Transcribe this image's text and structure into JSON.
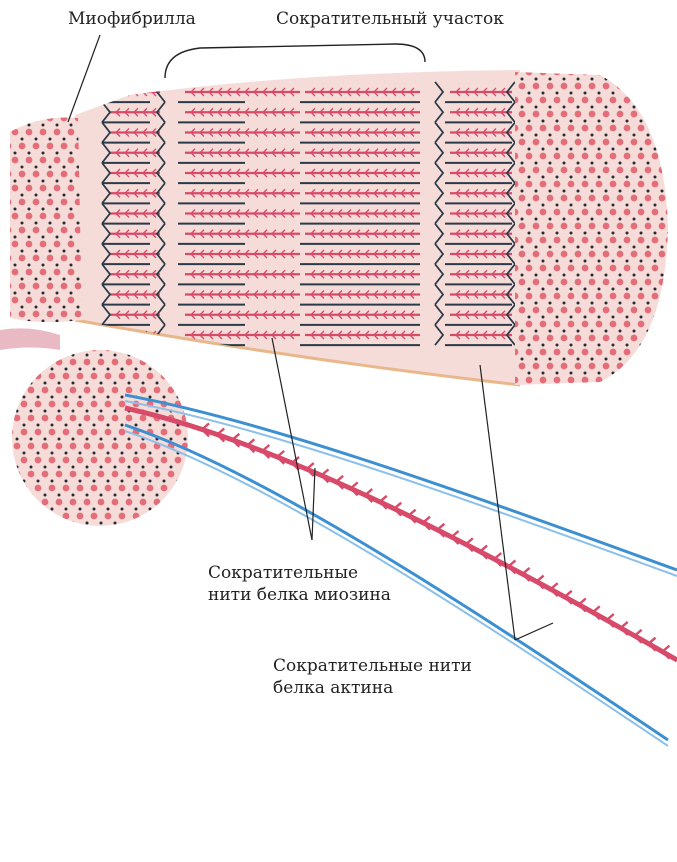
{
  "labels": {
    "myofibril": "Миофибрилла",
    "contractile_section": "Сократительный участок",
    "myosin": [
      "Сократительные",
      "нити белка миозина"
    ],
    "actin": [
      "Сократительные нити",
      "белка актина"
    ]
  },
  "colors": {
    "background": "#ffffff",
    "tissue": "#f6dcd8",
    "myosin": "#d84a6a",
    "actin": "#3c8fd0",
    "z_line": "#2a3a48",
    "dot_red": "#e46d7a",
    "dot_dark": "#2a2a35",
    "leader": "#222222"
  }
}
